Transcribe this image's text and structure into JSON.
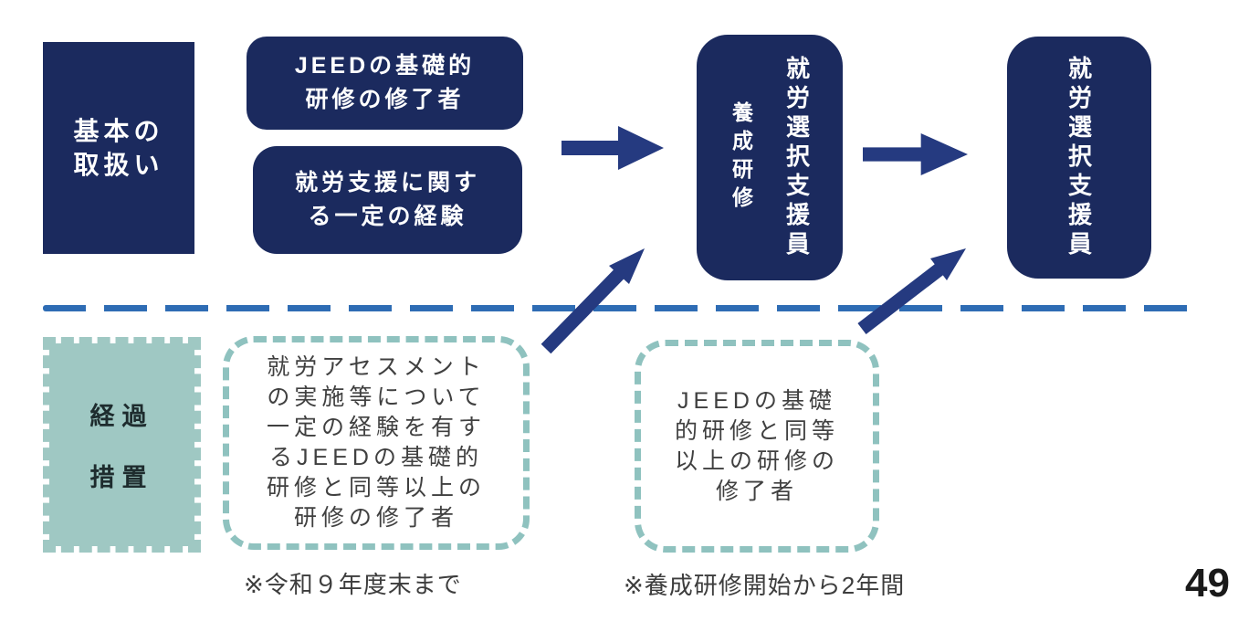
{
  "colors": {
    "navy": "#1b2a5e",
    "arrow_blue": "#253a80",
    "divider_blue": "#2e6cb4",
    "teal_fill": "#9fc8c3",
    "teal_border": "#8fc2bf",
    "body_text": "#404040"
  },
  "basic_row": {
    "label_lines": [
      "基本の",
      "取扱い"
    ],
    "route_boxes": [
      {
        "lines": [
          "JEEDの基礎的",
          "研修の修了者"
        ]
      },
      {
        "lines": [
          "就労支援に関す",
          "る一定の経験"
        ]
      }
    ],
    "training_box": {
      "side_label": "養成研修",
      "role_label": "就労選択支援員"
    },
    "result_box": {
      "role_label": "就労選択支援員"
    }
  },
  "transition_row": {
    "label_lines": [
      "経過",
      "措置"
    ],
    "boxes": [
      {
        "lines": [
          "就労アセスメント",
          "の実施等について",
          "一定の経験を有す",
          "るJEEDの基礎的",
          "研修と同等以上の",
          "研修の修了者"
        ]
      },
      {
        "lines": [
          "JEEDの基礎",
          "的研修と同等",
          "以上の研修の",
          "修了者"
        ]
      }
    ],
    "notes": [
      "※令和９年度末まで",
      "※養成研修開始から2年間"
    ]
  },
  "page_number": "49"
}
